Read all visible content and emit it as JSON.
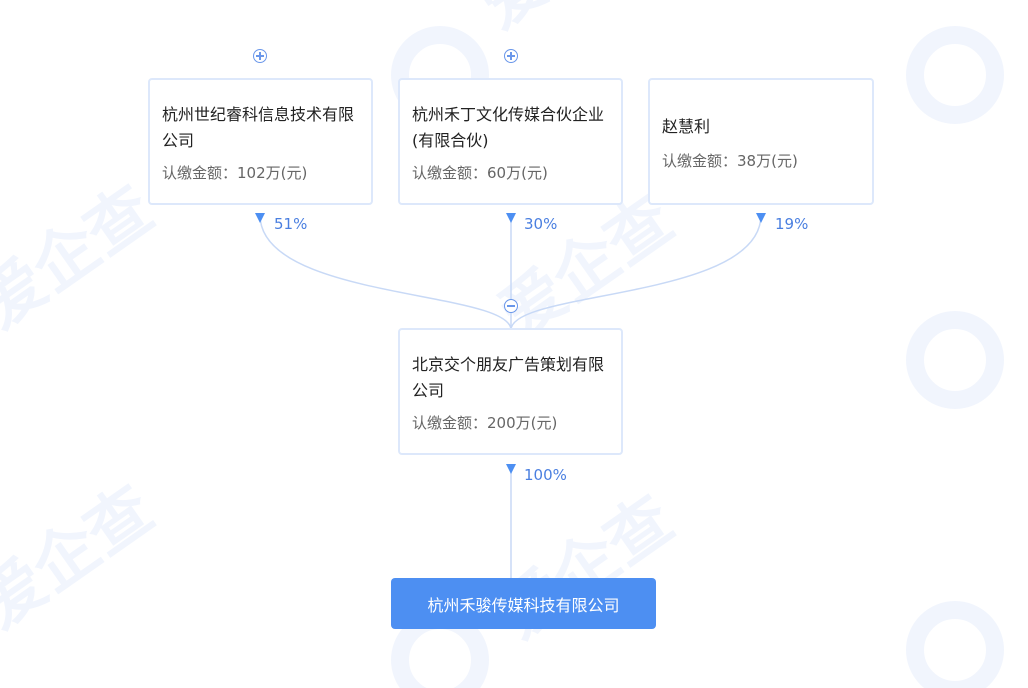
{
  "watermark": "爱企查",
  "shareholders": [
    {
      "name_line1": "杭州世纪睿科信息技术有限",
      "name_line2": "公司",
      "amount_label": "认缴金额：",
      "amount": "102万(元)",
      "percent": "51%",
      "expand": "plus"
    },
    {
      "name_line1": "杭州禾丁文化传媒合伙企业",
      "name_line2": "(有限合伙)",
      "amount_label": "认缴金额：",
      "amount": "60万(元)",
      "percent": "30%",
      "expand": "plus"
    },
    {
      "name_line1": "赵慧利",
      "name_line2": "",
      "amount_label": "认缴金额：",
      "amount": "38万(元)",
      "percent": "19%",
      "expand": "none"
    }
  ],
  "parent": {
    "name_line1": "北京交个朋友广告策划有限",
    "name_line2": "公司",
    "amount_label": "认缴金额：",
    "amount": "200万(元)",
    "percent": "100%",
    "expand": "minus"
  },
  "target": {
    "name": "杭州禾骏传媒科技有限公司"
  },
  "colors": {
    "line": "#c8d9f6",
    "accent": "#4d8ff2",
    "percent": "#4a7fe0",
    "border": "#dde8fb"
  }
}
